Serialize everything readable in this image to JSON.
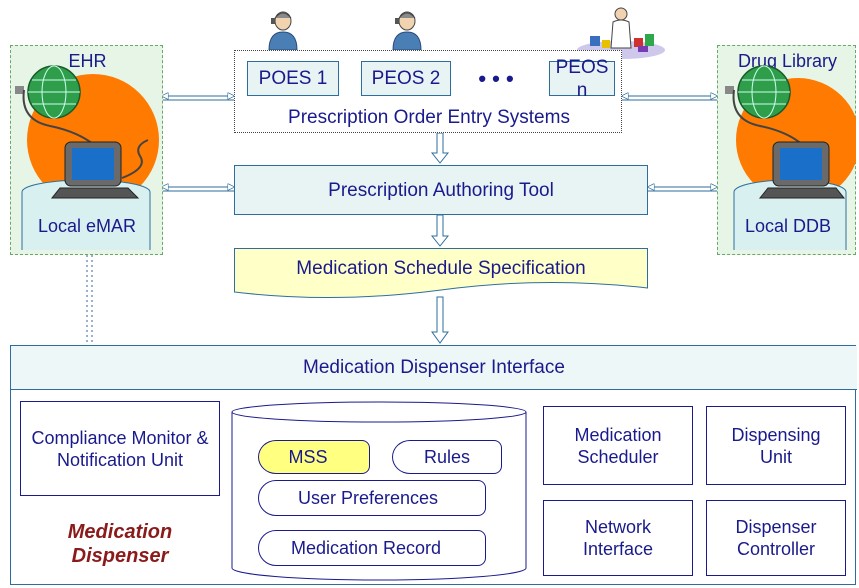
{
  "ehr": {
    "title": "EHR",
    "local_store": "Local eMAR"
  },
  "drug_library": {
    "title": "Drug Library",
    "local_store": "Local DDB"
  },
  "poes": {
    "items": [
      "POES 1",
      "PEOS 2",
      "PEOS n"
    ],
    "ellipsis": "• • •",
    "caption": "Prescription Order Entry Systems"
  },
  "authoring_tool": "Prescription Authoring Tool",
  "schedule_spec": "Medication Schedule Specification",
  "dispenser_interface": "Medication Dispenser Interface",
  "compliance_unit": "Compliance Monitor & Notification Unit",
  "dispenser_title": "Medication Dispenser",
  "database": {
    "mss": "MSS",
    "rules": "Rules",
    "user_preferences": "User Preferences",
    "medication_record": "Medication Record"
  },
  "components": {
    "medication_scheduler": "Medication Scheduler",
    "dispensing_unit": "Dispensing Unit",
    "network_interface": "Network Interface",
    "dispenser_controller": "Dispenser Controller"
  },
  "colors": {
    "text": "#1a1a8c",
    "panel_green": "#e6f5e6",
    "box_blue_fill": "#e8f4f4",
    "schedule_fill": "#ffffc8",
    "mss_fill": "#ffff80",
    "globe": "#2e9e4a",
    "orange": "#ff7a00",
    "accent_red": "#8b1a1a"
  }
}
